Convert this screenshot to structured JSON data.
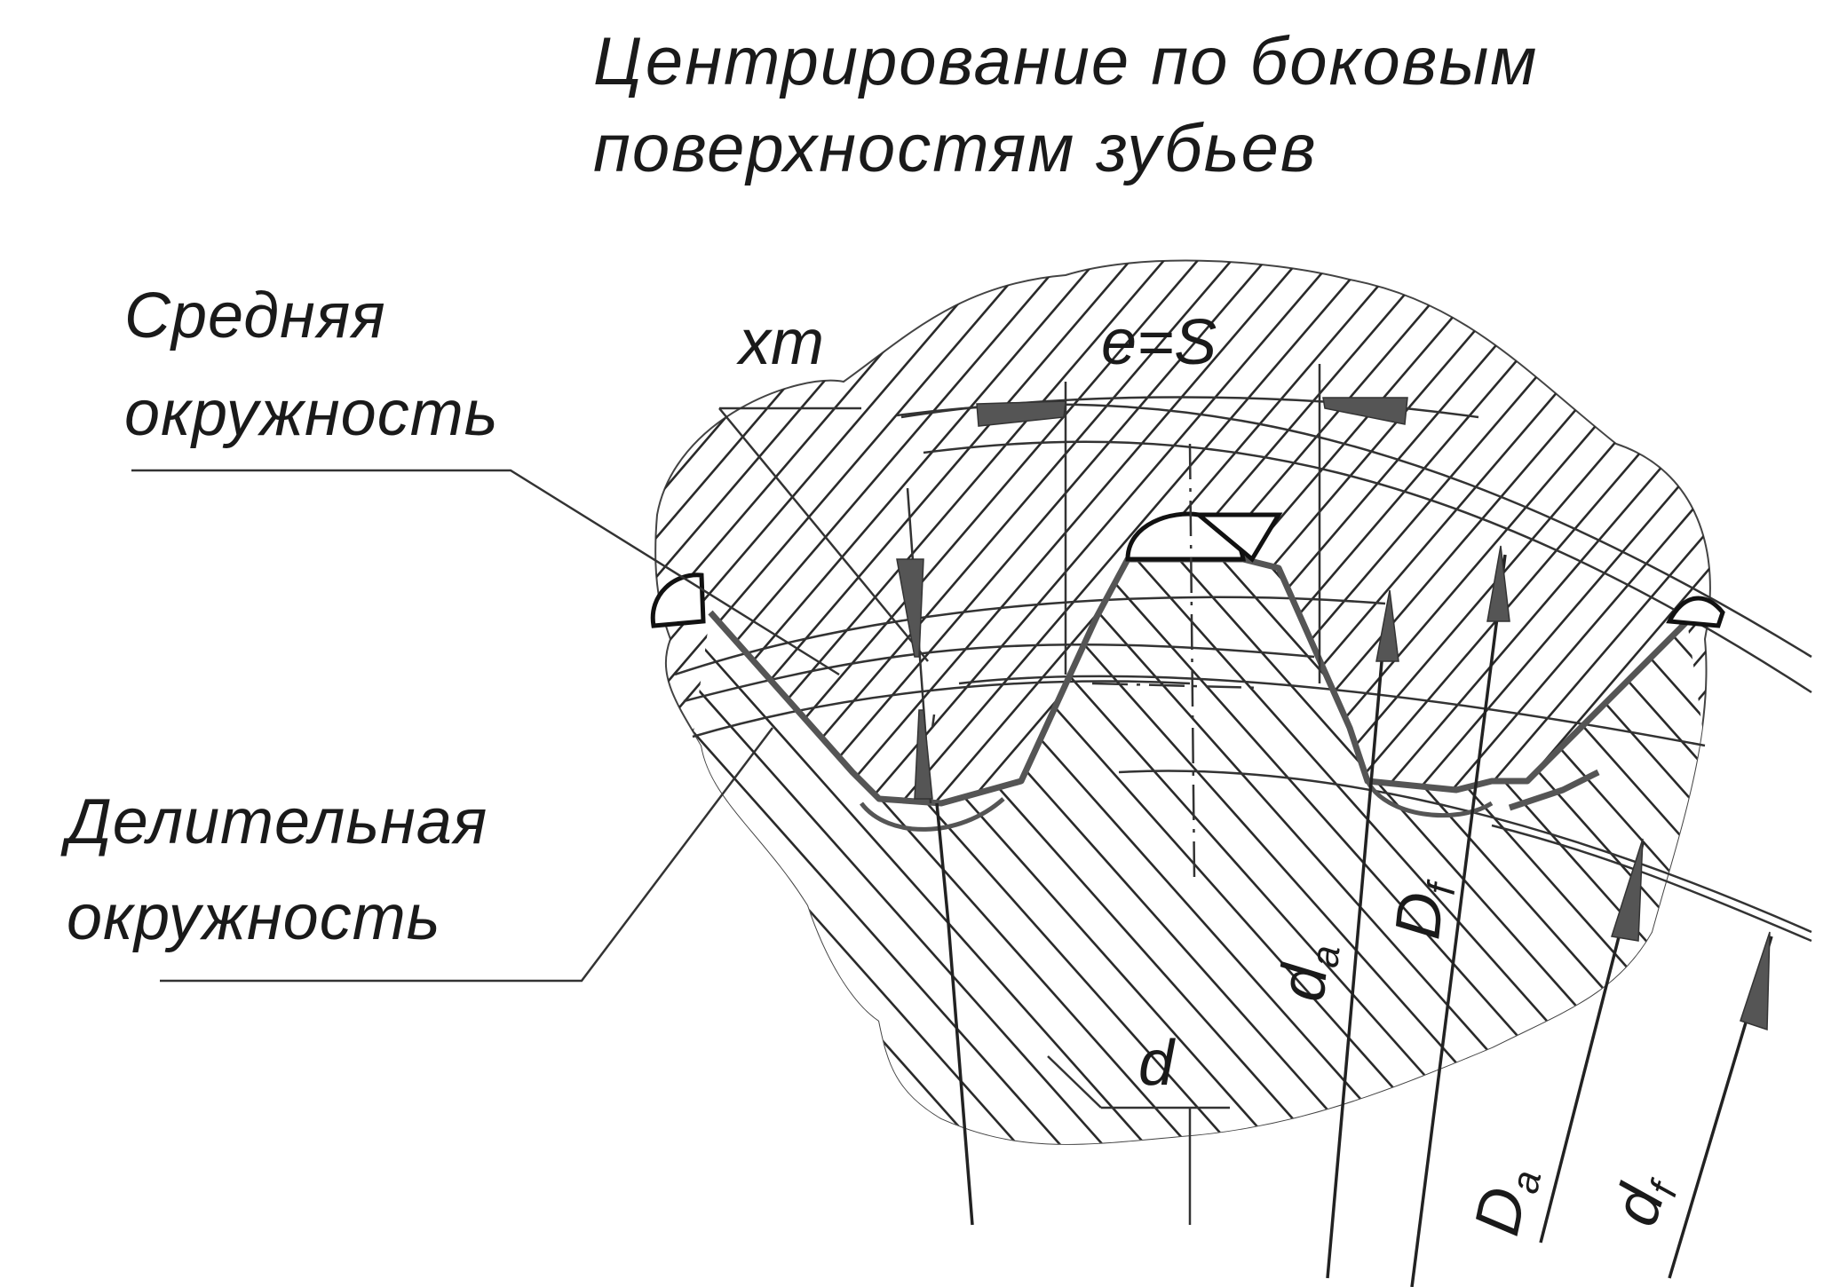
{
  "title": {
    "line1": "Центрирование по боковым",
    "line2": "поверхностям зубьев"
  },
  "labels": {
    "mean_circle_line1": "Средняя",
    "mean_circle_line2": "окружность",
    "pitch_circle_line1": "Делительная",
    "pitch_circle_line2": "окружность",
    "xm": "xm",
    "e_eq_s": "e=S",
    "d": "d",
    "da_main": "d",
    "da_sub": "a",
    "Df_main": "D",
    "Df_sub": "f",
    "Da_main": "D",
    "Da_sub": "a",
    "df_main": "d",
    "df_sub": "f"
  },
  "colors": {
    "line": "#222222",
    "hatch": "#2a2a2a",
    "contour": "#555555",
    "background": "#ffffff"
  }
}
